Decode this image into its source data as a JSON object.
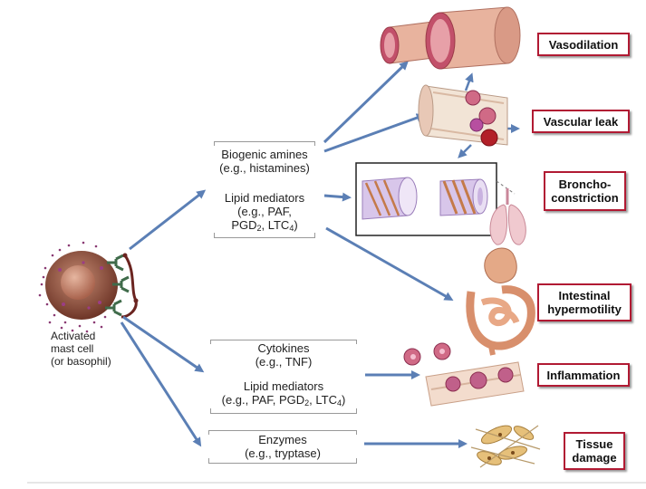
{
  "cell_label": [
    "Activated",
    "mast cell",
    "(or basophil)"
  ],
  "mediators": {
    "group1_line1": "Biogenic amines",
    "group1_line2": "(e.g., histamines)",
    "group2_line1": "Lipid mediators",
    "group2_line2": "(e.g., PAF,",
    "group2_line3_pre": "PGD",
    "group2_line3_sub1": "2",
    "group2_line3_mid": ", LTC",
    "group2_line3_sub2": "4",
    "group2_line3_post": ")",
    "group3_line1": "Cytokines",
    "group3_line2": "(e.g., TNF)",
    "group4_line1": "Lipid mediators",
    "group4_line2_pre": "(e.g., PAF, PGD",
    "group4_line2_sub1": "2",
    "group4_line2_mid": ", LTC",
    "group4_line2_sub2": "4",
    "group4_line2_post": ")",
    "group5_line1": "Enzymes",
    "group5_line2": "(e.g., tryptase)"
  },
  "effects": {
    "vasodilation": "Vasodilation",
    "vascular_leak": "Vascular leak",
    "broncho_1": "Broncho-",
    "broncho_2": "constriction",
    "intestinal_1": "Intestinal",
    "intestinal_2": "hypermotility",
    "inflammation": "Inflammation",
    "tissue_1": "Tissue",
    "tissue_2": "damage"
  },
  "colors": {
    "arrow": "#5b7fb5",
    "label_border": "#b11a33",
    "cell": "#8b4a3a",
    "vessel": "#e8b39e",
    "vessel_inner": "#c2506a",
    "airway": "#c9a0d8",
    "gut": "#e2a07a"
  }
}
